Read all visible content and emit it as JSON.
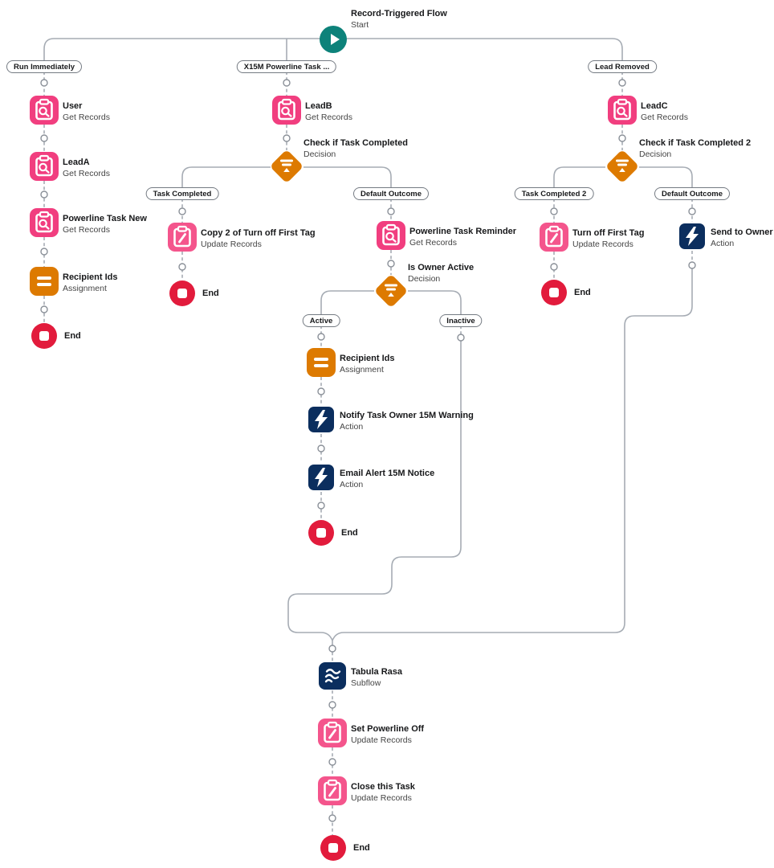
{
  "flow": {
    "start": {
      "title": "Record-Triggered Flow",
      "subtitle": "Start"
    },
    "pills": {
      "run_immediately": "Run Immediately",
      "x15m": "X15M Powerline Task ...",
      "lead_removed": "Lead Removed",
      "task_completed": "Task Completed",
      "default_outcome_1": "Default Outcome",
      "active": "Active",
      "inactive": "Inactive",
      "task_completed_2": "Task Completed 2",
      "default_outcome_2": "Default Outcome"
    },
    "nodes": {
      "user": {
        "title": "User",
        "subtitle": "Get Records"
      },
      "leada": {
        "title": "LeadA",
        "subtitle": "Get Records"
      },
      "powerline_task_new": {
        "title": "Powerline Task New",
        "subtitle": "Get Records"
      },
      "recipient_ids_left": {
        "title": "Recipient Ids",
        "subtitle": "Assignment"
      },
      "end_left": {
        "title": "End"
      },
      "leadb": {
        "title": "LeadB",
        "subtitle": "Get Records"
      },
      "check_task_completed": {
        "title": "Check if Task Completed",
        "subtitle": "Decision"
      },
      "copy2_turn_off": {
        "title": "Copy 2 of Turn off First Tag",
        "subtitle": "Update Records"
      },
      "end_task_completed": {
        "title": "End"
      },
      "powerline_task_reminder": {
        "title": "Powerline Task Reminder",
        "subtitle": "Get Records"
      },
      "is_owner_active": {
        "title": "Is Owner Active",
        "subtitle": "Decision"
      },
      "recipient_ids_active": {
        "title": "Recipient Ids",
        "subtitle": "Assignment"
      },
      "notify_owner": {
        "title": "Notify Task Owner 15M Warning",
        "subtitle": "Action"
      },
      "email_alert": {
        "title": "Email Alert 15M Notice",
        "subtitle": "Action"
      },
      "end_active": {
        "title": "End"
      },
      "leadc": {
        "title": "LeadC",
        "subtitle": "Get Records"
      },
      "check_task_completed_2": {
        "title": "Check if Task Completed 2",
        "subtitle": "Decision"
      },
      "turn_off_first_tag": {
        "title": "Turn off First Tag",
        "subtitle": "Update Records"
      },
      "end_tc2": {
        "title": "End"
      },
      "send_to_owner": {
        "title": "Send to Owner",
        "subtitle": "Action"
      },
      "tabula_rasa": {
        "title": "Tabula Rasa",
        "subtitle": "Subflow"
      },
      "set_powerline_off": {
        "title": "Set Powerline Off",
        "subtitle": "Update Records"
      },
      "close_this_task": {
        "title": "Close this Task",
        "subtitle": "Update Records"
      },
      "end_final": {
        "title": "End"
      }
    },
    "colors": {
      "get_records": "#F13E7F",
      "update_records": "#F4558C",
      "assignment": "#DD7A01",
      "decision": "#DD7A01",
      "action": "#0B2E5E",
      "subflow": "#0B2E5E",
      "end": "#E21B3C",
      "start": "#0D827A",
      "connector": "#A6ACB4"
    }
  }
}
